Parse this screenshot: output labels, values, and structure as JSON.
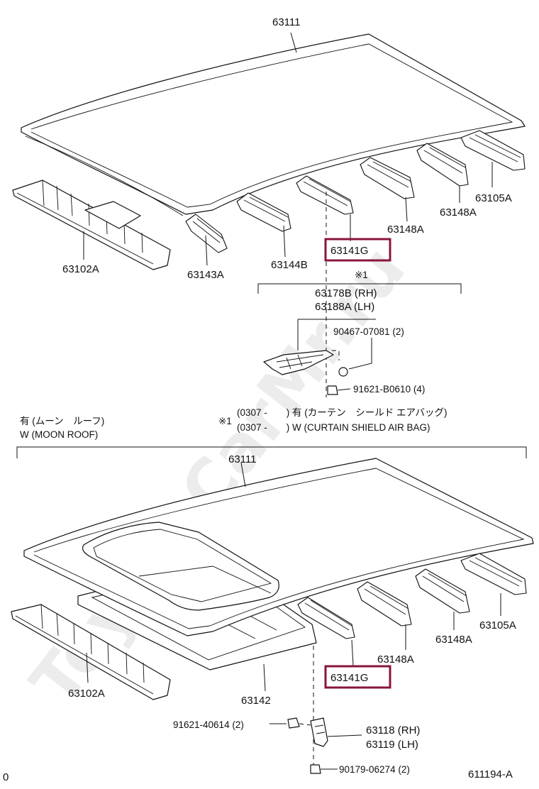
{
  "watermark": "ToyotaCarMr.ru",
  "diagram_code": "611194-A",
  "corner_mark": "0",
  "colors": {
    "highlight": "#8a1538",
    "line": "#111111"
  },
  "upper_section": {
    "labels": {
      "roof_panel": "63111",
      "front_header": "63102A",
      "rib_1": "63143A",
      "rib_2": "63144B",
      "highlighted_bow": "63141G",
      "rib_4": "63148A",
      "rib_5": "63148A",
      "rear_header": "63105A"
    },
    "note_mark": "※1",
    "reinforcement_rh": "63178B (RH)",
    "reinforcement_lh": "63188A (LH)",
    "bolt": "90467-07081 (2)",
    "nut": "91621-B0610 (4)"
  },
  "variant": {
    "jp": "有 (ムーン　ルーフ)",
    "en": "W (MOON ROOF)"
  },
  "footnote": {
    "mark": "※1",
    "line_jp": "(0307 -　　) 有 (カーテン　シールド エアバッグ)",
    "line_en": "(0307 -　　) W (CURTAIN SHIELD AIR BAG)"
  },
  "lower_section": {
    "labels": {
      "roof_panel": "63111",
      "front_header": "63102A",
      "sunroof_frame": "63142",
      "highlighted_bow": "63141G",
      "rib_4": "63148A",
      "rib_5": "63148A",
      "rear_header": "63105A"
    },
    "bolt": "91621-40614 (2)",
    "bracket_rh": "63118 (RH)",
    "bracket_lh": "63119 (LH)",
    "screw": "90179-06274 (2)"
  }
}
